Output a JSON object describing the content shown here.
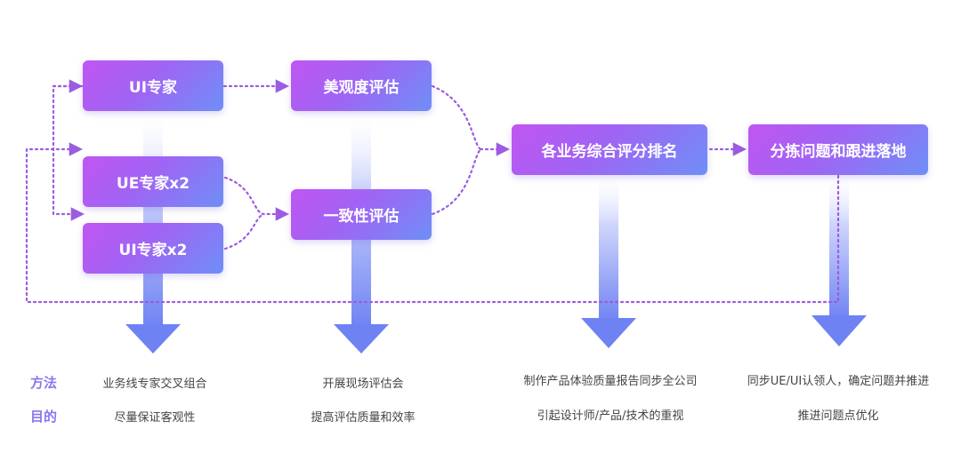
{
  "nodes": {
    "ui_expert": "UI专家",
    "ue_expert_x2": "UE专家x2",
    "ui_expert_x2": "UI专家x2",
    "aesthetic_eval": "美观度评估",
    "consistency_eval": "一致性评估",
    "business_ranking": "各业务综合评分排名",
    "sort_issues": "分拣问题和跟进落地"
  },
  "rows": {
    "method_label": "方法",
    "purpose_label": "目的"
  },
  "columns": [
    {
      "method": "业务线专家交叉组合",
      "purpose": "尽量保证客观性"
    },
    {
      "method": "开展现场评估会",
      "purpose": "提高评估质量和效率"
    },
    {
      "method": "制作产品体验质量报告同步全公司",
      "purpose": "引起设计师/产品/技术的重视"
    },
    {
      "method": "同步UE/UI认领人，确定问题并推进",
      "purpose": "推进问题点优化"
    }
  ],
  "colors": {
    "box_start": "#c055f2",
    "box_end": "#6e8ff7",
    "dots": "#9b5ce0",
    "arrow": "#7d86f2",
    "label": "#8c76ee"
  }
}
